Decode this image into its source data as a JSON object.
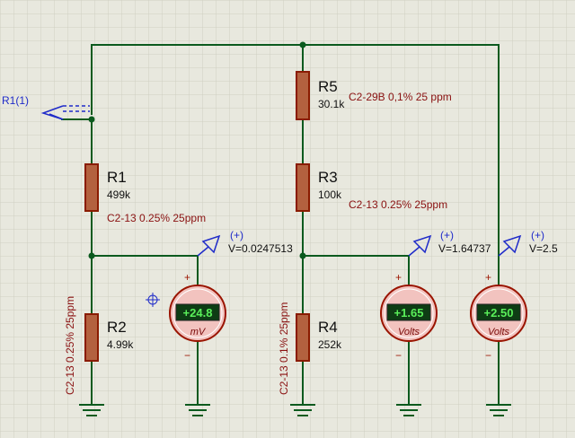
{
  "colors": {
    "background": "#e8e8de",
    "grid": "#cfcfc2",
    "wire": "#0b5a1e",
    "resistor_body": "#b3613f",
    "resistor_stroke": "#8a1b00",
    "label_dark": "#111111",
    "spec_text": "#8a1111",
    "probe_blue": "#1f2bc9",
    "meter_fill": "#f2c3bf",
    "meter_ring": "#9a1400",
    "display_bg": "#0e3d14",
    "display_text": "#5af05a",
    "unit_text": "#7a0a0a"
  },
  "generator": {
    "label": "R1(1)"
  },
  "resistors": [
    {
      "name": "R5",
      "value": "30.1k",
      "spec": "C2-29B 0,1% 25 ppm"
    },
    {
      "name": "R1",
      "value": "499k",
      "spec": "C2-13 0.25% 25ppm"
    },
    {
      "name": "R3",
      "value": "100k",
      "spec": "C2-13 0.25% 25ppm"
    },
    {
      "name": "R2",
      "value": "4.99k",
      "spec": "C2-13 0.25% 25ppm"
    },
    {
      "name": "R4",
      "value": "252k",
      "spec": "C2-13 0.1% 25ppm"
    }
  ],
  "probes": [
    {
      "sign": "(+)",
      "reading": "V=0.0247513"
    },
    {
      "sign": "(+)",
      "reading": "V=1.64737"
    },
    {
      "sign": "(+)",
      "reading": "V=2.5"
    }
  ],
  "meters": [
    {
      "display": "+24.8",
      "unit": "mV",
      "plus": "+",
      "minus": "−"
    },
    {
      "display": "+1.65",
      "unit": "Volts",
      "plus": "+",
      "minus": "−"
    },
    {
      "display": "+2.50",
      "unit": "Volts",
      "plus": "+",
      "minus": "−"
    }
  ]
}
